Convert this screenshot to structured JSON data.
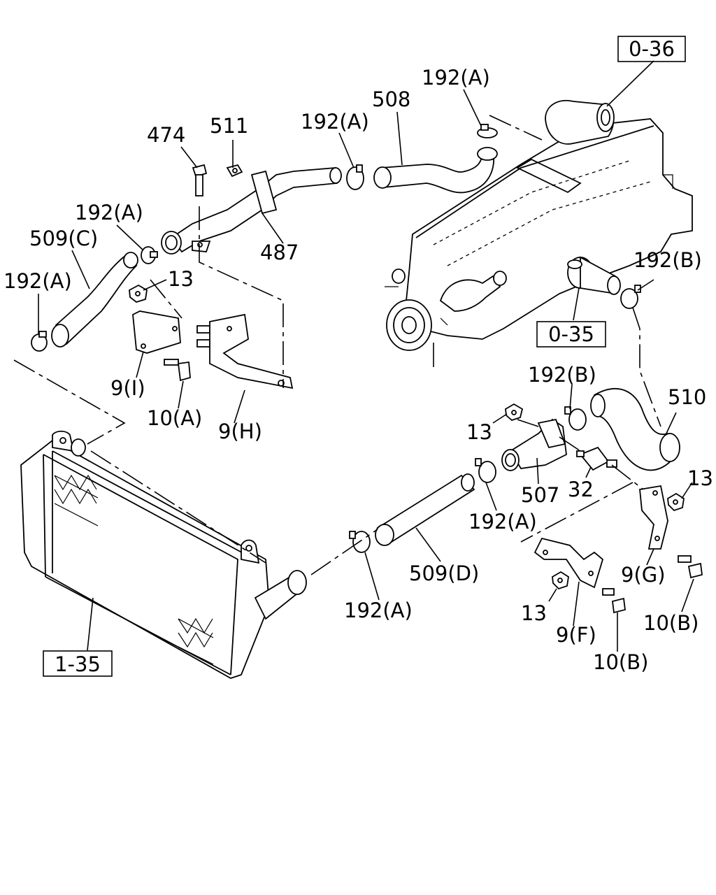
{
  "references": [
    "0-36",
    "0-35",
    "1-35"
  ],
  "callouts": {
    "c474": "474",
    "c511": "511",
    "c192a_top_left": "192(A)",
    "c508": "508",
    "c192a_top_right": "192(A)",
    "c192a_upper": "192(A)",
    "c509c": "509(C)",
    "c192a_left": "192(A)",
    "c13_left": "13",
    "c487": "487",
    "c192b_right": "192(B)",
    "c9i": "9(I)",
    "c10a": "10(A)",
    "c9h": "9(H)",
    "c192b_mid": "192(B)",
    "c510": "510",
    "c13_mid": "13",
    "c507": "507",
    "c32": "32",
    "c13_right": "13",
    "c192a_mid": "192(A)",
    "c509d": "509(D)",
    "c9g": "9(G)",
    "c13_bottom": "13",
    "c192a_bottom": "192(A)",
    "c10b_right": "10(B)",
    "c9f": "9(F)",
    "c10b_bottom": "10(B)"
  }
}
